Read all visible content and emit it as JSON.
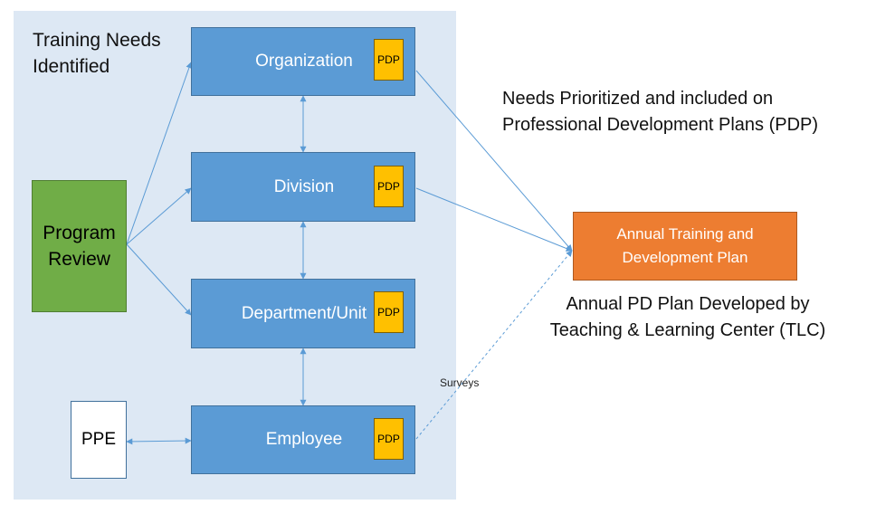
{
  "panel": {
    "title": "Training Needs\nIdentified"
  },
  "levels": {
    "organization": "Organization",
    "division": "Division",
    "department": "Department/Unit",
    "employee": "Employee"
  },
  "pdp_label": "PDP",
  "program_review": "Program\nReview",
  "ppe": "PPE",
  "annual_plan": "Annual Training and\nDevelopment Plan",
  "captions": {
    "needs_prioritized": "Needs Prioritized and included on\nProfessional Development Plans (PDP)",
    "annual_developed": "Annual PD Plan Developed by\nTeaching & Learning Center (TLC)"
  },
  "surveys_label": "Surveys",
  "colors": {
    "panel": "#dde8f4",
    "level_box": "#5b9bd5",
    "pdp": "#ffc000",
    "program_review": "#70ad47",
    "annual_plan": "#ed7d31",
    "arrow": "#5b9bd5"
  }
}
